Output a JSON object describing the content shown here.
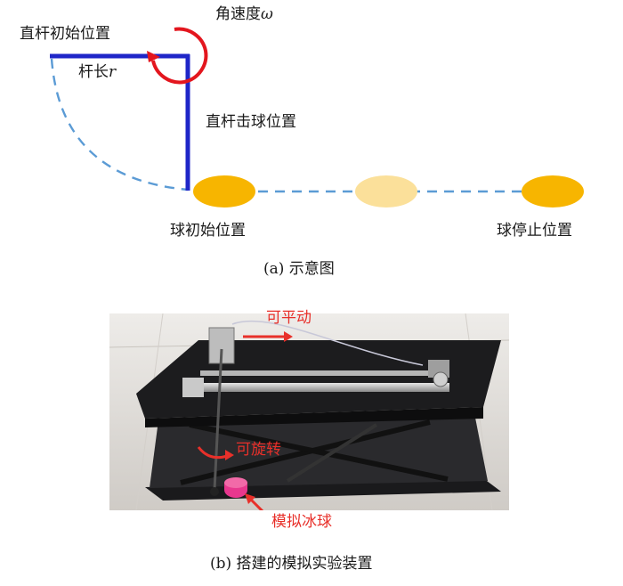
{
  "diagram": {
    "labels": {
      "initial_position": "直杆初始位置",
      "angular_velocity_text": "角速度",
      "angular_velocity_symbol": "ω",
      "rod_length_text": "杆长",
      "rod_length_symbol": "r",
      "hit_position": "直杆击球位置",
      "ball_initial": "球初始位置",
      "ball_stop": "球停止位置"
    },
    "caption": "(a) 示意图",
    "colors": {
      "rod": "#1f26c8",
      "dashed": "#5b9bd5",
      "ball": "#f7b500",
      "ball_faded": "#fbe09a",
      "rotation": "#e3161e"
    }
  },
  "photo": {
    "annotations": {
      "translatable": "可平动",
      "rotatable": "可旋转",
      "simulated_puck": "模拟冰球"
    },
    "caption": "(b) 搭建的模拟实验装置",
    "colors": {
      "annotation": "#e8302a",
      "table": "#1c1c1e",
      "puck": "#e8378e",
      "floor": "#d9d6d2"
    }
  }
}
